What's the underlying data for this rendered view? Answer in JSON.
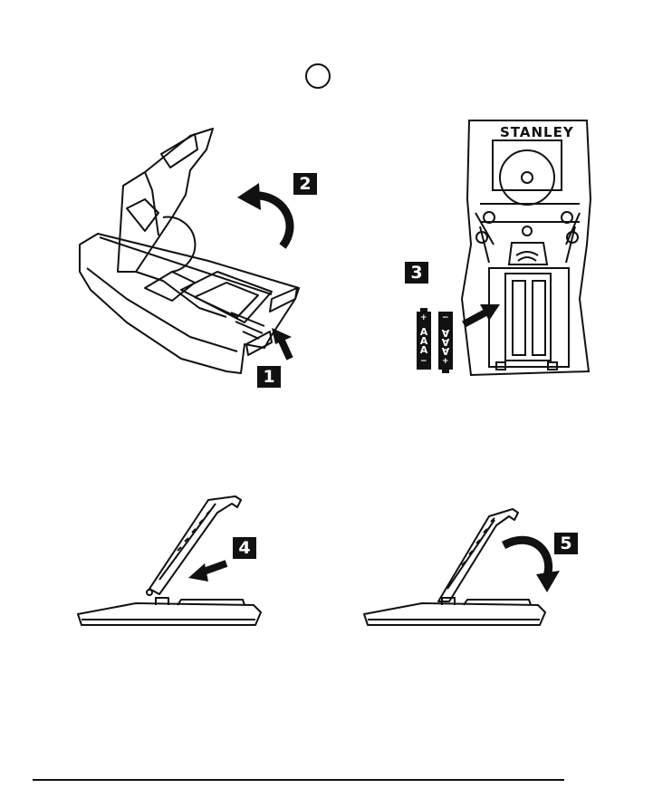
{
  "steps": {
    "s1": "1",
    "s2": "2",
    "s3": "3",
    "s4": "4",
    "s5": "5"
  },
  "device": {
    "brand": "STANLEY"
  },
  "batteries": [
    {
      "label": "AAA",
      "plus": "+",
      "minus": "−"
    },
    {
      "label": "AAA",
      "plus": "+",
      "minus": "−"
    }
  ],
  "colors": {
    "ink": "#111111",
    "paper": "#ffffff"
  },
  "icons": [
    "curved-arrow-icon",
    "straight-arrow-icon",
    "circle-mark-icon"
  ]
}
